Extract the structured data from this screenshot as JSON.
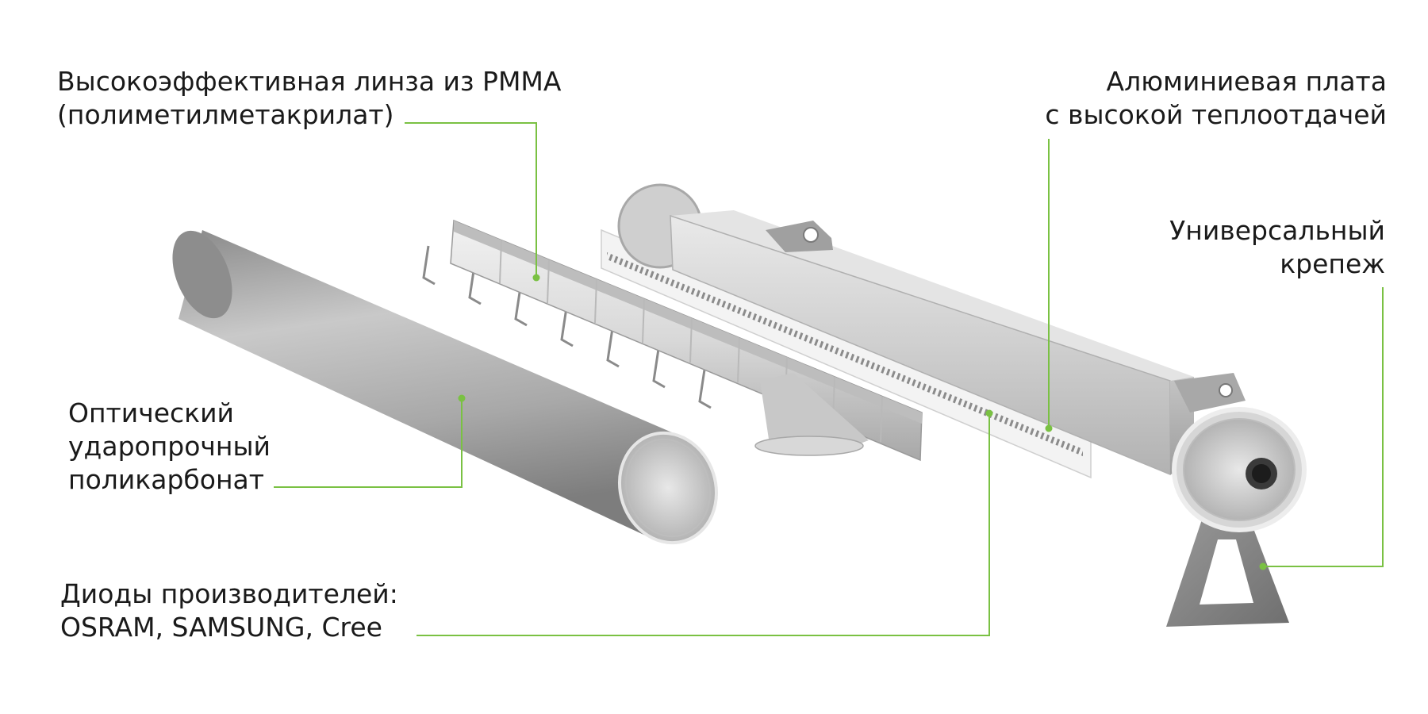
{
  "labels": {
    "pmma": {
      "lines": [
        "Высокоэффективная линза из PMMA",
        "(полиметилметакрилат)"
      ]
    },
    "alu": {
      "lines": [
        "Алюминиевая плата",
        "с высокой теплоотдачей"
      ]
    },
    "mount": {
      "lines": [
        "Универсальный",
        "крепеж"
      ]
    },
    "pc": {
      "lines": [
        "Оптический",
        "ударопрочный",
        "поликарбонат"
      ]
    },
    "diodes": {
      "lines": [
        "Диоды производителей:",
        "OSRAM, SAMSUNG, Cree"
      ]
    }
  },
  "colors": {
    "leader": "#7ac143",
    "text": "#1a1a1a"
  }
}
